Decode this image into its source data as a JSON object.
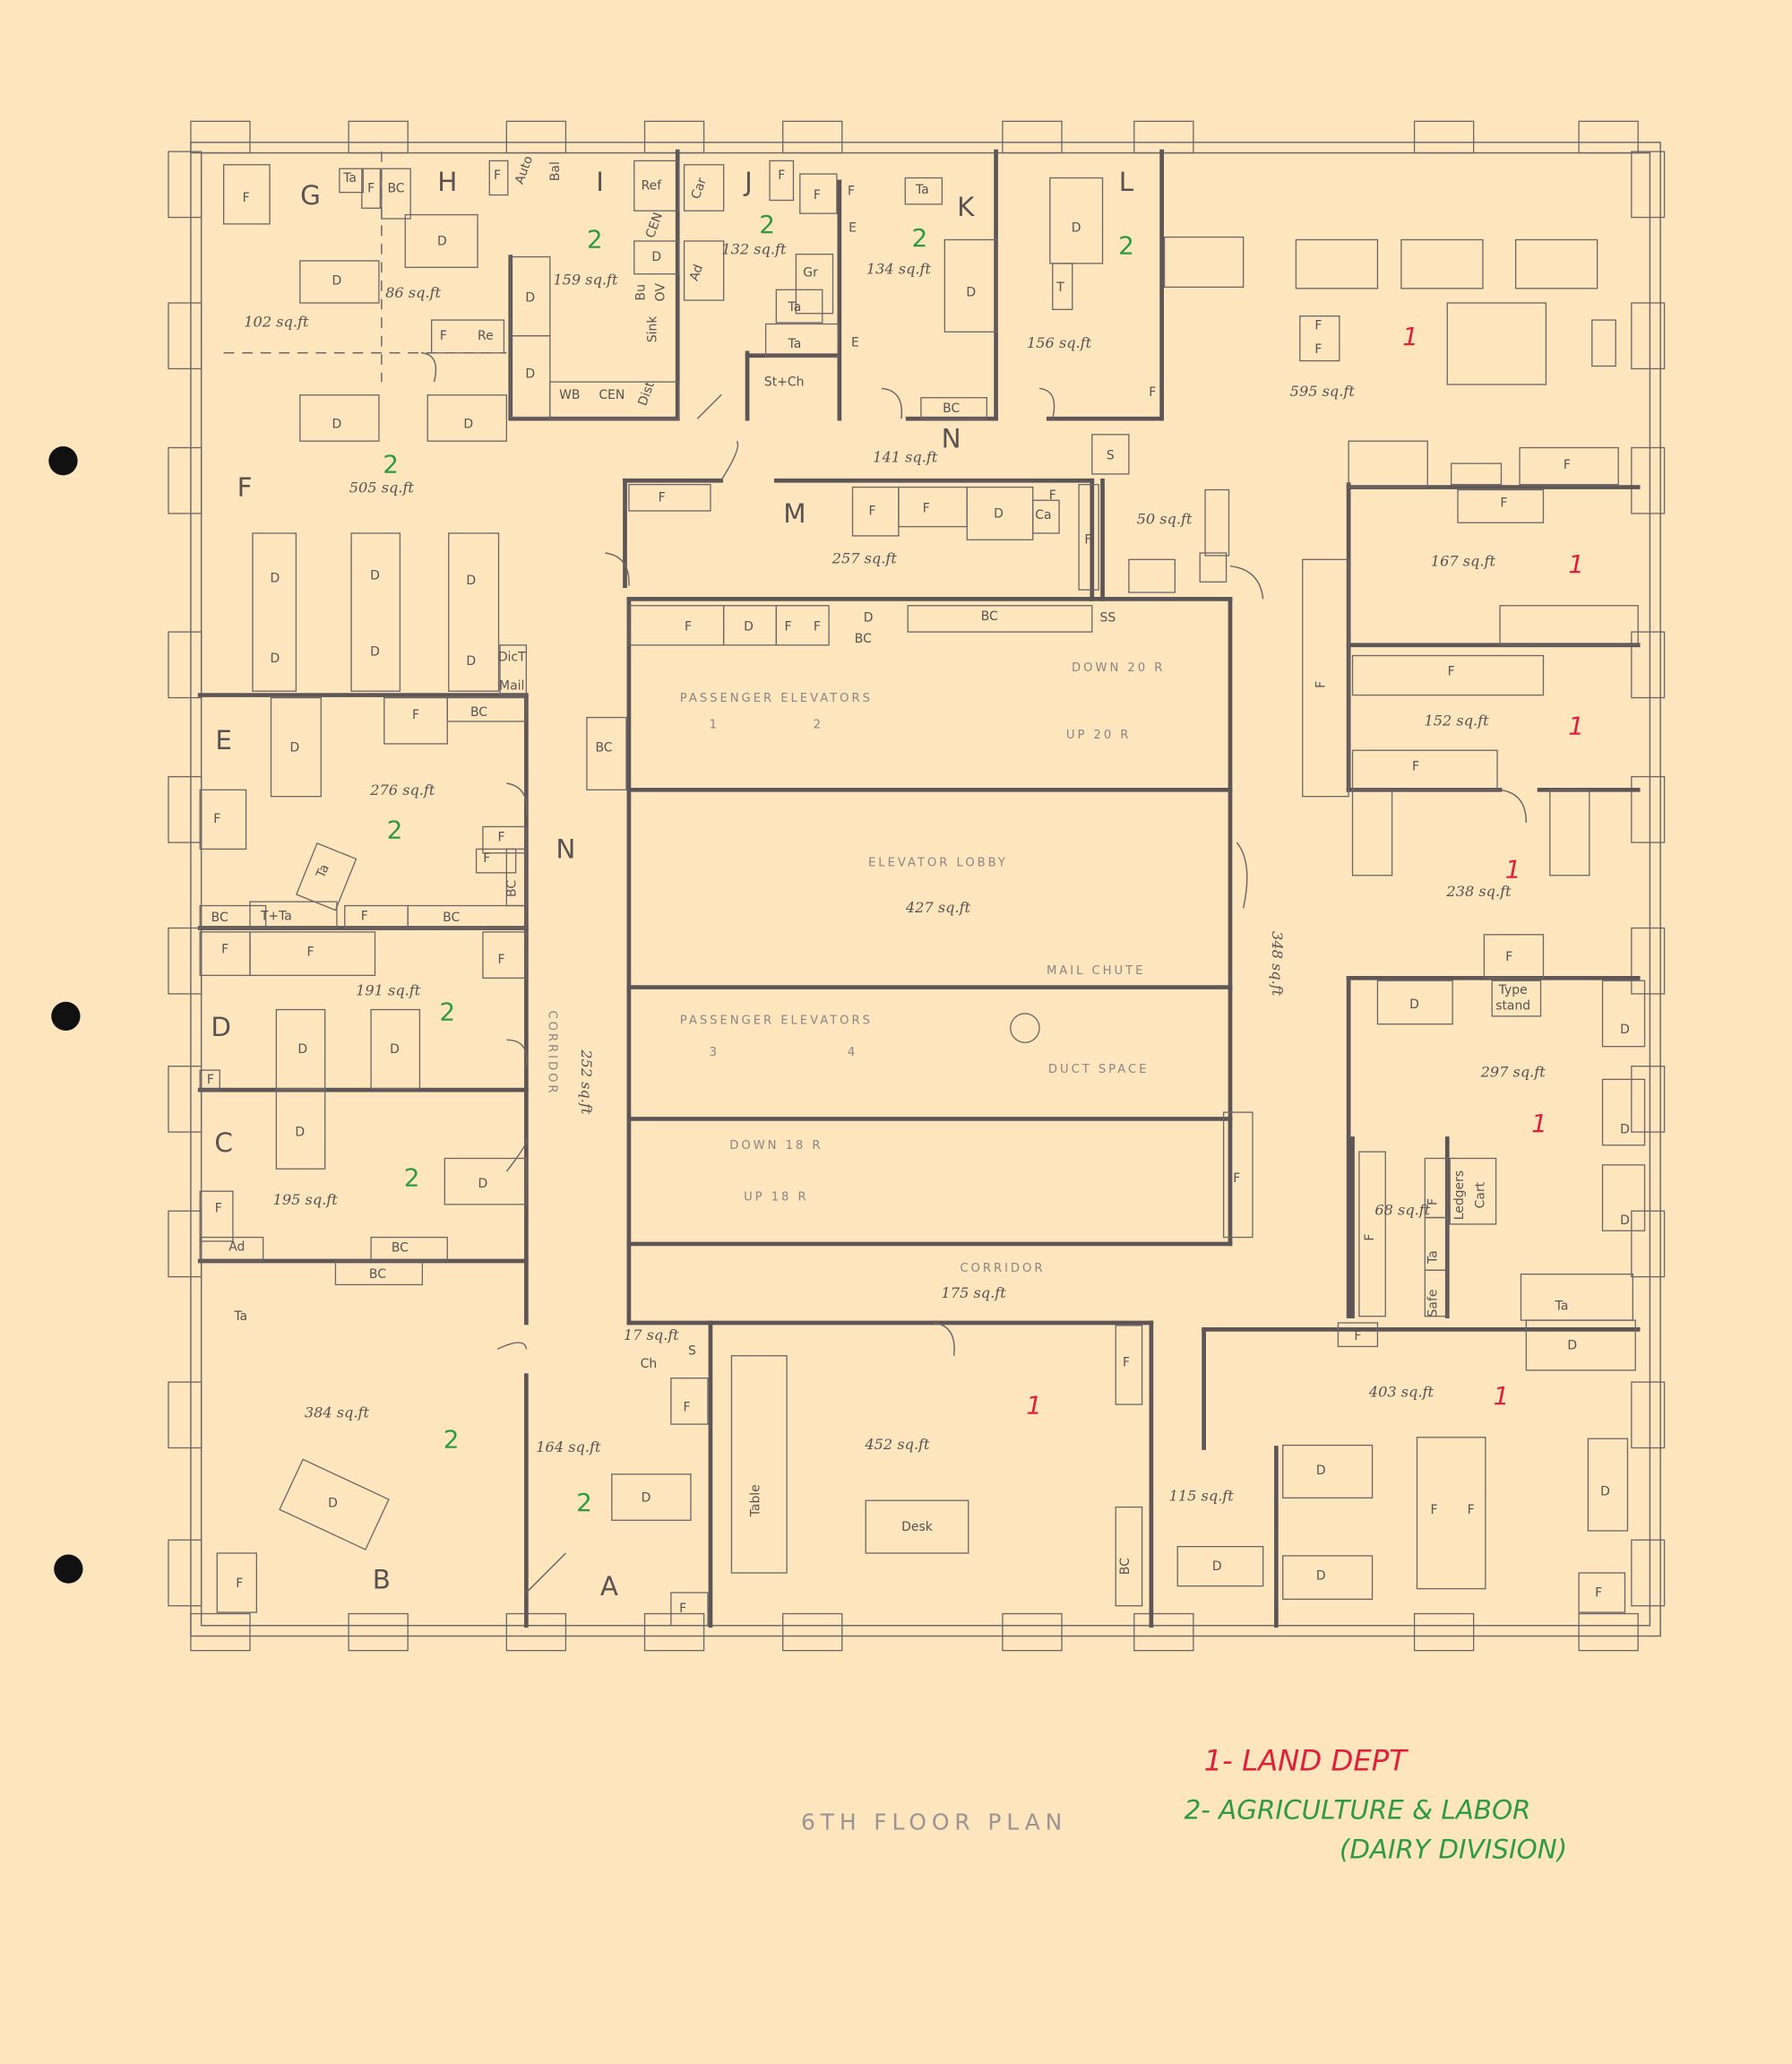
{
  "title": "6TH FLOOR PLAN",
  "legend": {
    "item1": "1- LAND DEPT",
    "item2": "2- AGRICULTURE & LABOR",
    "item2_sub": "(DAIRY DIVISION)",
    "color1": "#e0203a",
    "color2": "#2f9a46"
  },
  "rooms": {
    "G": "G",
    "H": "H",
    "I": "I",
    "J": "J",
    "K": "K",
    "L": "L",
    "F": "F",
    "E": "E",
    "D": "D",
    "C": "C",
    "B": "B",
    "A": "A",
    "M": "M",
    "N_top": "N",
    "N_left": "N"
  },
  "areas": {
    "a102": "102 sq.ft",
    "a86": "86 sq.ft",
    "a159": "159 sq.ft",
    "a132": "132 sq.ft",
    "a134": "134 sq.ft",
    "a156": "156 sq.ft",
    "a595": "595 sq.ft",
    "a505": "505 sq.ft",
    "a141": "141 sq.ft",
    "a257": "257 sq.ft",
    "a50": "50 sq.ft",
    "a167": "167 sq.ft",
    "a152": "152 sq.ft",
    "a276": "276 sq.ft",
    "a238": "238 sq.ft",
    "a427": "427 sq.ft",
    "a191": "191 sq.ft",
    "a348": "348 sq.ft",
    "a252": "252 sq.ft",
    "a297": "297 sq.ft",
    "a68": "68 sq.ft",
    "a195": "195 sq.ft",
    "a175": "175 sq.ft",
    "a384": "384 sq.ft",
    "a164": "164 sq.ft",
    "a452": "452 sq.ft",
    "a115": "115 sq.ft",
    "a403": "403 sq.ft",
    "a17": "17 sq.ft"
  },
  "spaces": {
    "elevator_lobby": "ELEVATOR LOBBY",
    "corridor_bottom": "CORRIDOR",
    "corridor_left": "CORRIDOR",
    "pass_elev_1": "PASSENGER ELEVATORS",
    "pass_elev_2": "PASSENGER ELEVATORS",
    "elev_1": "1",
    "elev_2": "2",
    "elev_3": "3",
    "elev_4": "4",
    "down20": "DOWN 20 R",
    "up20": "UP 20 R",
    "down18": "DOWN 18 R",
    "up18": "UP 18 R",
    "mail_chute": "MAIL CHUTE",
    "duct_space": "DUCT SPACE"
  },
  "dept_markers": {
    "agriculture": "2",
    "land": "1"
  },
  "fixtures": {
    "F": "F",
    "D": "D",
    "Ta": "Ta",
    "BC": "BC",
    "Re": "Re",
    "Auto": "Auto",
    "Bal": "Bal",
    "Ref": "Ref",
    "Car": "Car",
    "CEN": "CEN",
    "Bu": "Bu",
    "OV": "OV",
    "Sink": "Sink",
    "WB": "WB",
    "Dist": "Dist",
    "Ad": "Ad",
    "Gr": "Gr",
    "StCh": "St+Ch",
    "T": "T",
    "S": "S",
    "Ca": "Ca",
    "SS": "SS",
    "DicT": "DicT",
    "Mail": "Mail",
    "TTa": "T+Ta",
    "Ch": "Ch",
    "Table": "Table",
    "Desk": "Desk",
    "TypeStand1": "Type",
    "TypeStand2": "stand",
    "Ledgers": "Ledgers",
    "Cart": "Cart",
    "Safe": "Safe",
    "E": "E"
  }
}
